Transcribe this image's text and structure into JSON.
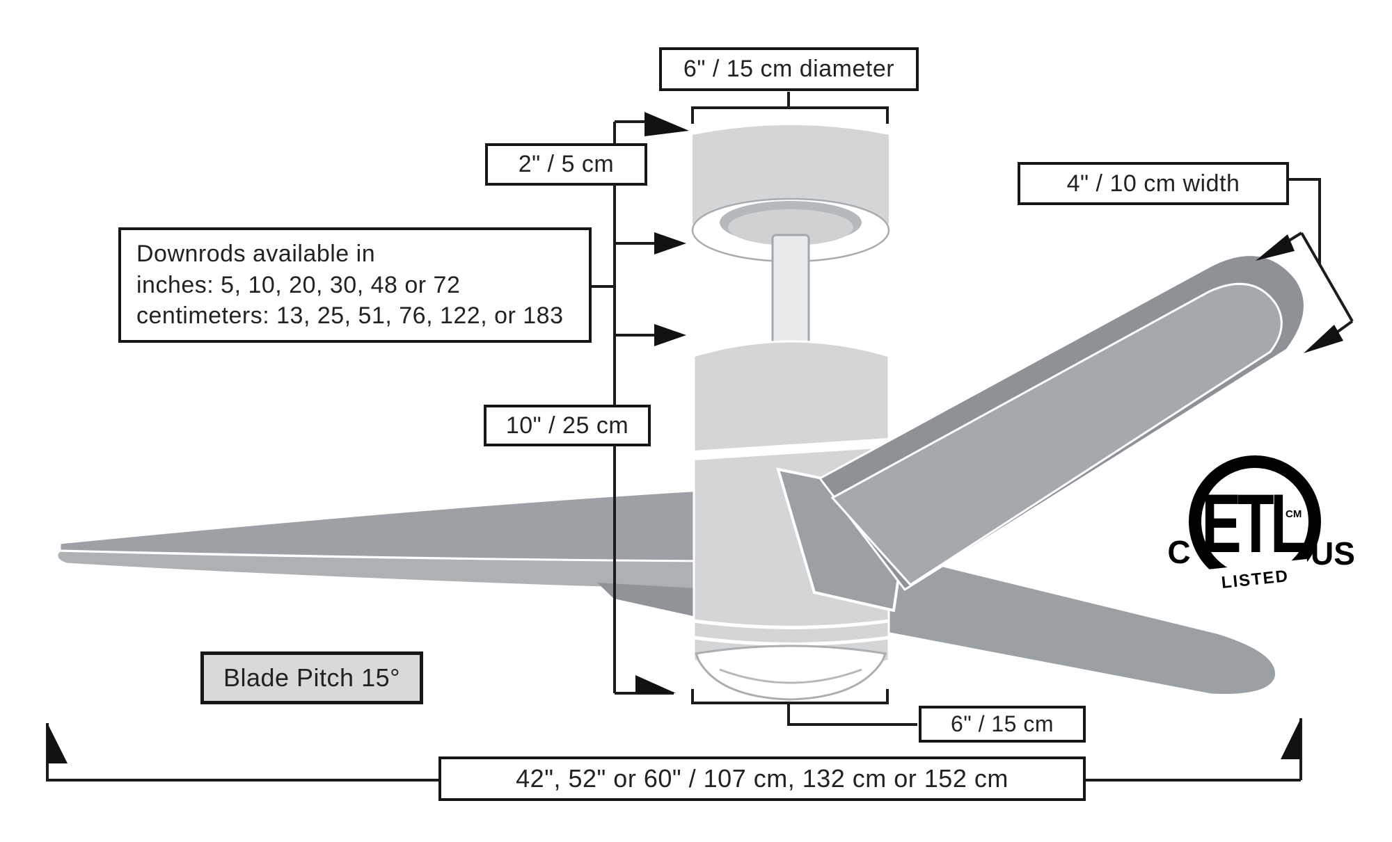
{
  "title": "Ceiling fan dimensions diagram",
  "labels": {
    "canopy_diameter": "6\" / 15 cm diameter",
    "canopy_height": "2\" / 5 cm",
    "blade_width": "4\" / 10 cm width",
    "downrods_line1": "Downrods available in",
    "downrods_line2": "inches: 5, 10, 20, 30, 48 or 72",
    "downrods_line3": "centimeters: 13, 25, 51, 76, 122, or 183",
    "motor_height": "10\" / 25 cm",
    "blade_pitch": "Blade Pitch 15°",
    "light_kit_width": "6\" / 15 cm",
    "blade_span": "42\", 52\" or 60\" / 107 cm, 132 cm or 152 cm"
  },
  "etl_mark": {
    "left_text": "C",
    "right_text": "US",
    "monogram": "ETL",
    "trademark": "CM",
    "banner": "LISTED"
  },
  "colors": {
    "line": "#1c1c1c",
    "body_gray": "#d3d5d7",
    "blade_gray": "#9da1a5",
    "blade_dark": "#8e9296",
    "pitch_box_fill": "#d9d9d9"
  }
}
